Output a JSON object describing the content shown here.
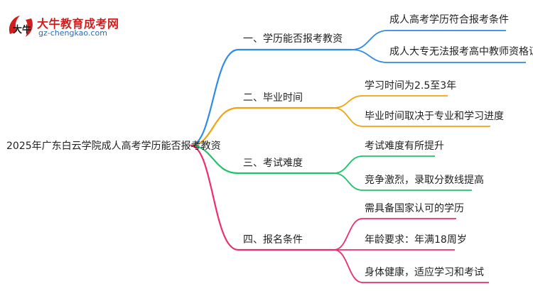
{
  "logo": {
    "mark_text": "大牛",
    "name": "大牛教育成考网",
    "url": "gz-chengkao.com"
  },
  "root": "2025年广东白云学院成人高考学历能否报考教资",
  "branches": [
    {
      "label": "一、学历能否报考教资",
      "color": "#2f8ae8",
      "leaves": [
        "成人高考学历符合报考条件",
        "成人大专无法报考高中教师资格证"
      ]
    },
    {
      "label": "二、毕业时间",
      "color": "#f2a20a",
      "leaves": [
        "学习时间为2.5至3年",
        "毕业时间取决于专业和学习进度"
      ]
    },
    {
      "label": "三、考试难度",
      "color": "#1ec46a",
      "leaves": [
        "考试难度有所提升",
        "竞争激烈，录取分数线提高"
      ]
    },
    {
      "label": "四、报名条件",
      "color": "#ec2f6c",
      "leaves": [
        "需具备国家认可的学历",
        "年龄要求：年满18周岁",
        "身体健康，适应学习和考试"
      ]
    }
  ]
}
